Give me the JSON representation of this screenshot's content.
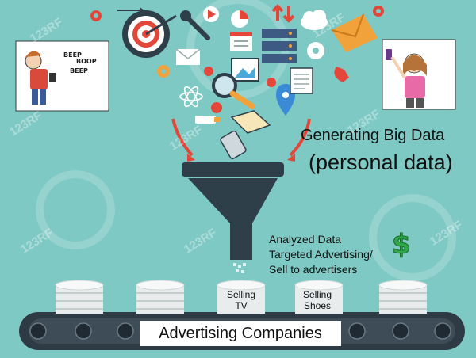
{
  "labels": {
    "generating_title": "Generating Big Data",
    "generating_sub": "(personal data)",
    "analyzed_lines": [
      "Analyzed Data",
      "Targeted Advertising/",
      "Sell to advertisers"
    ],
    "selling_tv": [
      "Selling",
      "TV"
    ],
    "selling_shoes": [
      "Selling",
      "Shoes"
    ],
    "advertising": "Advertising Companies",
    "comic_speech": [
      "BEEP",
      "BOOP",
      "BEEP"
    ],
    "watermark": "123RF"
  },
  "icons": [
    "gear-icon",
    "target-icon",
    "wrench-icon",
    "play-icon",
    "pie-chart-icon",
    "arrows-icon",
    "cloud-icon",
    "envelope-icon",
    "calendar-icon",
    "server-icon",
    "phone-icon",
    "magnifier-icon",
    "atom-icon",
    "location-pin-icon",
    "book-icon",
    "smartphone-icon",
    "newspaper-icon",
    "dollar-icon"
  ],
  "colors": {
    "background": "#7fc9c4",
    "funnel": "#2f3f4a",
    "conveyor": "#2e3b45",
    "drum": "#e8ecec",
    "arrow": "#e2473a",
    "dollar": "#2fa84a"
  }
}
